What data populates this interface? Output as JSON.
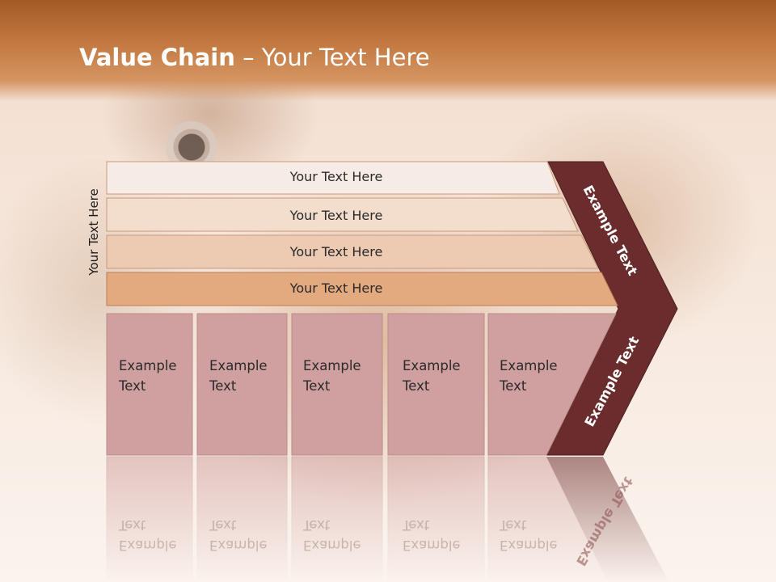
{
  "header": {
    "title_bold": "Value Chain",
    "title_rest": " – Your Text Here"
  },
  "side_label": "Your Text Here",
  "rows": [
    {
      "label": "Your Text Here"
    },
    {
      "label": "Your Text Here"
    },
    {
      "label": "Your Text Here"
    },
    {
      "label": "Your Text Here"
    }
  ],
  "boxes": [
    {
      "line1": "Example",
      "line2": "Text"
    },
    {
      "line1": "Example",
      "line2": "Text"
    },
    {
      "line1": "Example",
      "line2": "Text"
    },
    {
      "line1": "Example",
      "line2": "Text"
    },
    {
      "line1": "Example",
      "line2": "Text"
    }
  ],
  "chevron": {
    "upper_label": "Example Text",
    "lower_label": "Example Text"
  },
  "colors": {
    "header": "#c47a42",
    "row_1": "#f7ece5",
    "row_2": "#f3ddcd",
    "row_3": "#eccbb2",
    "row_4": "#e3a97f",
    "box_fill": "#d0a0a0",
    "chevron": "#6a2c2c"
  }
}
